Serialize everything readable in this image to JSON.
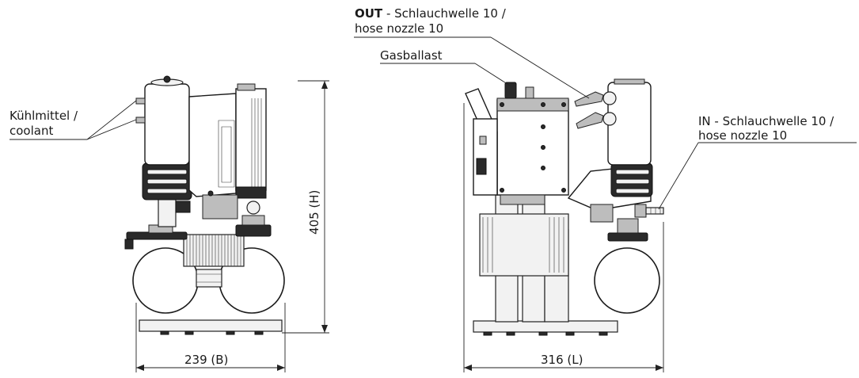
{
  "labels": {
    "coolant_line1": "Kühlmittel /",
    "coolant_line2": "coolant",
    "out_line1_bold": "OUT",
    "out_line1_rest": " - Schlauchwelle 10 /",
    "out_line2": "hose nozzle 10",
    "gasballast": "Gasballast",
    "in_line1": "IN - Schlauchwelle 10 /",
    "in_line2": "hose nozzle 10"
  },
  "dimensions": {
    "height": "405 (H)",
    "width": "239 (B)",
    "length": "316 (L)"
  }
}
